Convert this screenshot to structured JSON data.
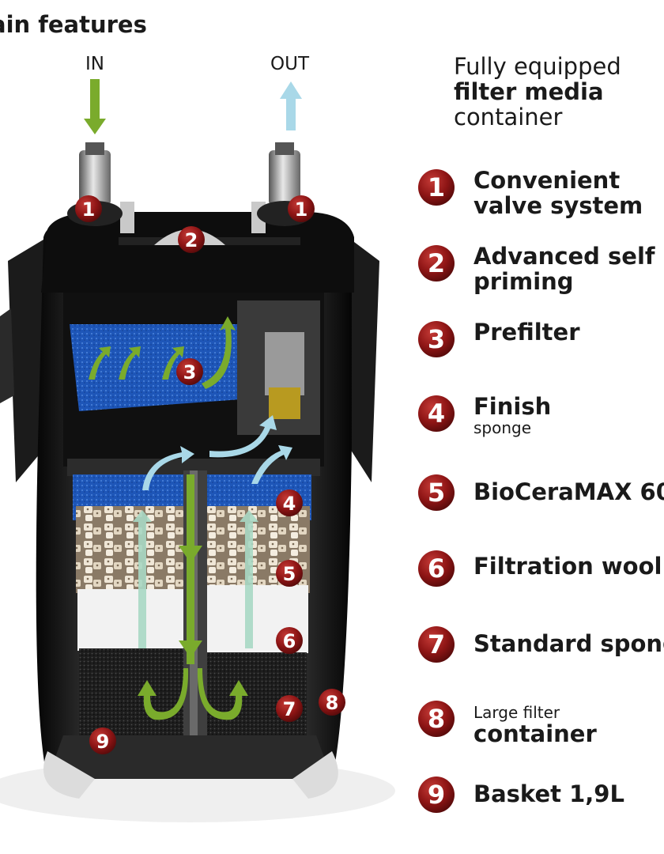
{
  "header": {
    "title": "ain features"
  },
  "flow": {
    "in_label": "IN",
    "out_label": "OUT"
  },
  "legend_heading": {
    "line1": "Fully equipped",
    "line2": "filter media",
    "line3": "container"
  },
  "legend": [
    {
      "num": "1",
      "line1": "Convenient",
      "line2": "valve system"
    },
    {
      "num": "2",
      "line1": "Advanced self",
      "line2": "priming"
    },
    {
      "num": "3",
      "line1": "Prefilter"
    },
    {
      "num": "4",
      "line1": "Finish",
      "small": "sponge"
    },
    {
      "num": "5",
      "line1": "BioCeraMAX 60"
    },
    {
      "num": "6",
      "line1": "Filtration wool"
    },
    {
      "num": "7",
      "line1": "Standard spong"
    },
    {
      "num": "8",
      "small_top": "Large filter",
      "line2": "container"
    },
    {
      "num": "9",
      "line1": "Basket 1,9L"
    }
  ],
  "colors": {
    "badge_red": "#8e1515",
    "arrow_green": "#7aab2c",
    "arrow_blue": "#a9d8e8",
    "media_blue": "#1e56b8",
    "filter_body": "#151515"
  }
}
